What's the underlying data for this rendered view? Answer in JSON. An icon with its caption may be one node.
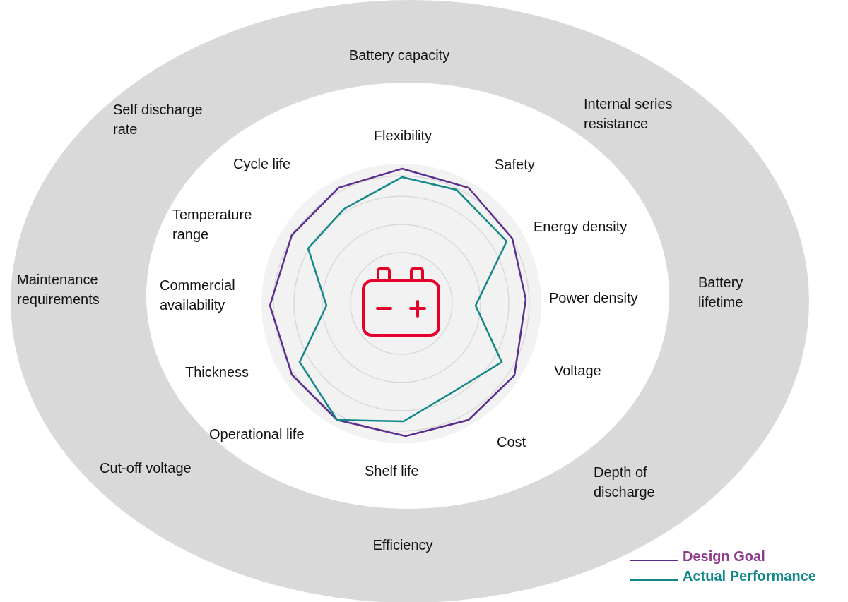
{
  "diagram": {
    "labels": [
      "Battery capacity",
      "Self discharge rate",
      "Internal series resistance",
      "Flexibility",
      "Cycle life",
      "Safety",
      "Temperature range",
      "Energy density",
      "Maintenance requirements",
      "Commercial availability",
      "Power density",
      "Battery lifetime",
      "Thickness",
      "Voltage",
      "Operational life",
      "Cost",
      "Cut-off voltage",
      "Shelf life",
      "Depth of discharge",
      "Efficiency"
    ],
    "legend": [
      {
        "text": "Design Goal"
      },
      {
        "text": "Actual Performance"
      }
    ]
  }
}
